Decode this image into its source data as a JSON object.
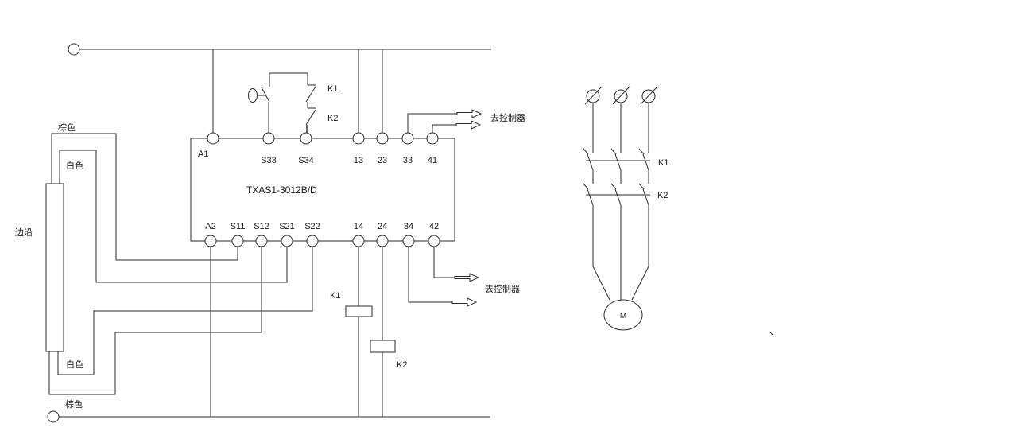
{
  "relay": {
    "model": "TXAS1-3012B/D",
    "top_terminals": [
      "A1",
      "S33",
      "S34",
      "13",
      "23",
      "33",
      "41"
    ],
    "bottom_terminals": [
      "A2",
      "S11",
      "S12",
      "S21",
      "S22",
      "14",
      "24",
      "34",
      "42"
    ]
  },
  "reset_circuit": {
    "k1_contact": "K1",
    "k2_contact": "K2"
  },
  "sensor": {
    "label": "边沿",
    "brown_top": "棕色",
    "white_top": "白色",
    "white_bottom": "白色",
    "brown_bottom": "棕色"
  },
  "coils": {
    "k1": "K1",
    "k2": "K2"
  },
  "outputs": {
    "top": "去控制器",
    "bottom": "去控制器"
  },
  "motor_circuit": {
    "k1_contacts": "K1",
    "k2_contacts": "K2",
    "motor": "M"
  },
  "colors": {
    "line": "#2a2a2a",
    "text": "#1a1a1a",
    "background": "#ffffff"
  }
}
